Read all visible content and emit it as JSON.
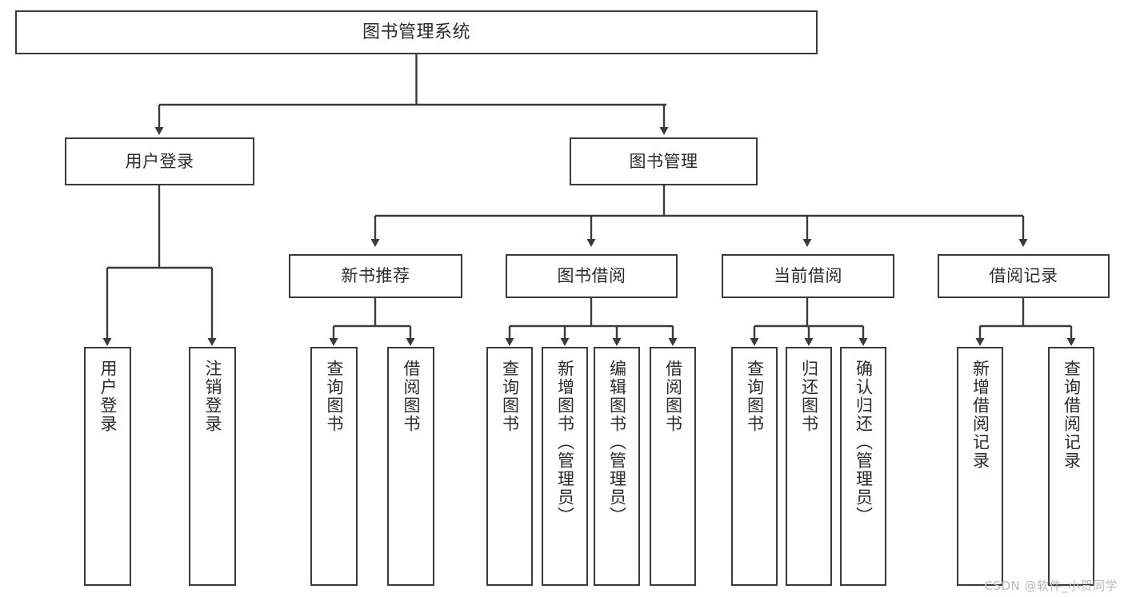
{
  "diagram": {
    "title": "图书管理系统",
    "type": "tree-hierarchy",
    "stroke_color": "#3a3a3a",
    "fill_color": "#ffffff",
    "text_color": "#2b2b2b"
  },
  "root": {
    "label": "图书管理系统"
  },
  "level2": [
    {
      "label": "用户登录"
    },
    {
      "label": "图书管理"
    }
  ],
  "level3": [
    {
      "label": "新书推荐"
    },
    {
      "label": "图书借阅"
    },
    {
      "label": "当前借阅"
    },
    {
      "label": "借阅记录"
    }
  ],
  "leaves": {
    "user_login": [
      {
        "label": "用户登录"
      },
      {
        "label": "注销登录"
      }
    ],
    "new_book": [
      {
        "label": "查询图书"
      },
      {
        "label": "借阅图书"
      }
    ],
    "book_borrow": [
      {
        "label": "查询图书"
      },
      {
        "label": "新增图书（管理员）"
      },
      {
        "label": "编辑图书（管理员）"
      },
      {
        "label": "借阅图书"
      }
    ],
    "current_borrow": [
      {
        "label": "查询图书"
      },
      {
        "label": "归还图书"
      },
      {
        "label": "确认归还（管理员）"
      }
    ],
    "borrow_record": [
      {
        "label": "新增借阅记录"
      },
      {
        "label": "查询借阅记录"
      }
    ]
  },
  "watermark": {
    "text": "CSDN @软件_小贺同学"
  }
}
